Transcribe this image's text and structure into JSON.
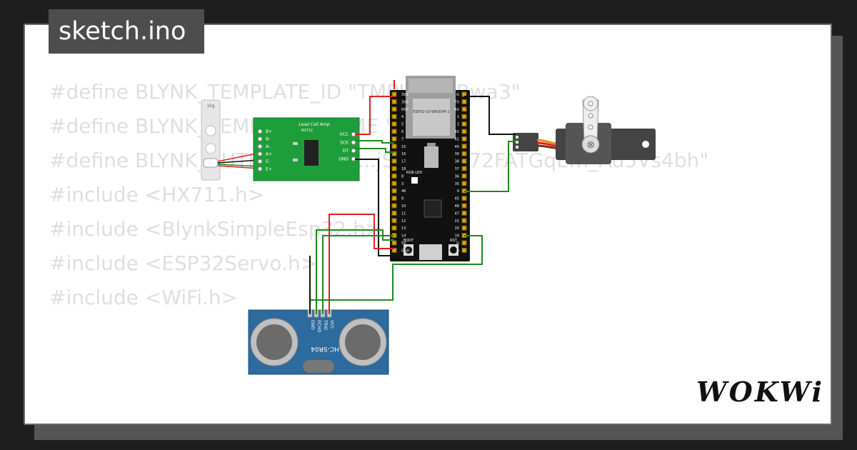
{
  "window": {
    "file_name": "sketch.ino",
    "brand": "WOKWi"
  },
  "code_lines": [
    "#define BLYNK_TEMPLATE_ID \"TMPL4SRfBwa3\"",
    "#define BLYNK_TEMPLATE_NAME \"...10\"",
    "#define BLYNK_AUTH_TOKEN \"...jSvB7Suz72FATGqEm_Ad5Vs4bh\"",
    "",
    "#include <HX711.h>",
    "#include <BlynkSimpleEsp32.h>",
    "#include <ESP32Servo.h>",
    "#include <WiFi.h>"
  ],
  "hx711": {
    "title": "Load Cell Amp",
    "chip": "HX711",
    "left_pins": [
      "B+",
      "B-",
      "A-",
      "A+",
      "E-",
      "E+"
    ],
    "right_pins": [
      "VCC",
      "SCK",
      "DT",
      "GND"
    ]
  },
  "esp32": {
    "module_label": "ESP32-S3-WROOM-1",
    "rgb_label": "RGB LED",
    "boot_label": "BOOT",
    "rst_label": "RST",
    "left_pins": [
      "3V3",
      "3V3",
      "RST",
      "4",
      "5",
      "6",
      "7",
      "15",
      "16",
      "17",
      "18",
      "8",
      "3",
      "46",
      "9",
      "10",
      "11",
      "12",
      "13",
      "14",
      "5V",
      "GND"
    ],
    "right_pins": [
      "G",
      "TX",
      "RX",
      "1",
      "2",
      "42",
      "41",
      "40",
      "39",
      "38",
      "37",
      "36",
      "35",
      "0",
      "45",
      "48",
      "47",
      "21",
      "20",
      "19",
      "G",
      "G"
    ]
  },
  "hcsr04": {
    "label": "HC-SR04",
    "pins": [
      "VCC",
      "TRIG",
      "ECHO",
      "GND"
    ]
  },
  "load_cell": {
    "label": "1kg"
  },
  "colors": {
    "wire_red": "#e02020",
    "wire_green": "#1e8a1e",
    "wire_black": "#111111",
    "pcb_green": "#1e9e3a",
    "pcb_blue": "#2d6a9e",
    "servo_orange": "#f08a00"
  }
}
